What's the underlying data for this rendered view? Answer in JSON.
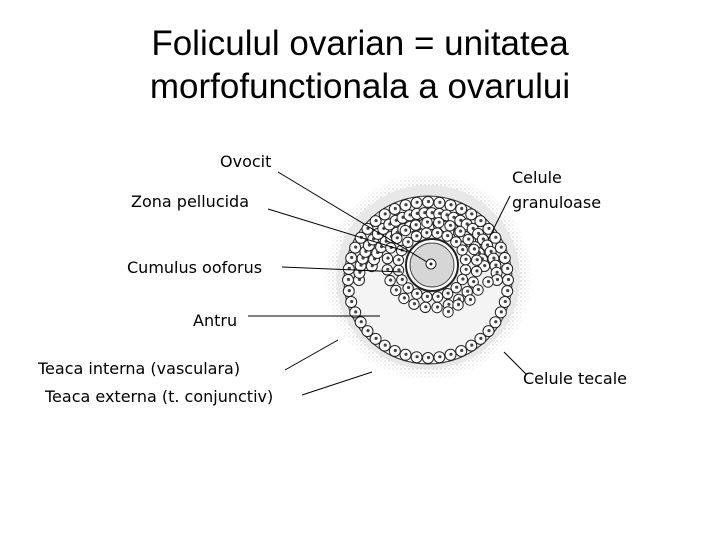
{
  "title": {
    "line1": "Foliculul ovarian = unitatea",
    "line2": "morfofunctionala a ovarului"
  },
  "labels": {
    "ovocit": "Ovocit",
    "zona_pellucida": "Zona pellucida",
    "cumulus_ooforus": "Cumulus ooforus",
    "antru": "Antru",
    "teaca_interna": "Teaca interna (vasculara)",
    "teaca_externa": "Teaca externa (t. conjunctiv)",
    "celule_granuloase_line1": "Celule",
    "celule_granuloase_line2": "granuloase",
    "celule_tecale": "Celule tecale"
  },
  "colors": {
    "ink": "#000000",
    "theca_stipple": "#9a9a9a",
    "antrum_fill": "#f4f4f4",
    "cell_fill": "#ffffff"
  }
}
